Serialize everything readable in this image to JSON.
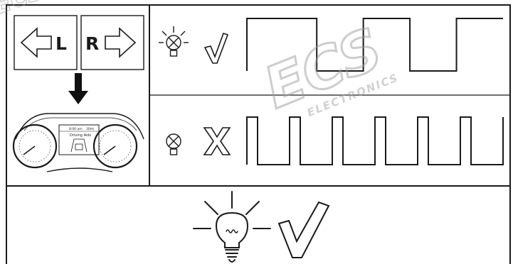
{
  "turn_signal": {
    "left_label": "L",
    "right_label": "R",
    "left_icon": "arrow-left-outline-icon",
    "right_icon": "arrow-right-outline-icon",
    "down_icon": "arrow-down-solid-icon"
  },
  "cluster": {
    "icon": "instrument-cluster-icon",
    "display_time": "8:00 am",
    "display_range": "30mi",
    "display_mode": "Driving Aids"
  },
  "normal_flash": {
    "bulb_icon": "bulb-lit-icon",
    "status_icon": "check-icon",
    "status": "ok",
    "waveform": "slow",
    "levels": [
      1,
      1,
      1,
      0,
      0,
      1,
      1,
      0,
      0,
      1,
      1
    ]
  },
  "fast_flash": {
    "bulb_icon": "bulb-off-icon",
    "status_icon": "cross-icon",
    "status": "fail",
    "waveform": "fast",
    "pulses": 6
  },
  "result": {
    "bulb_icon": "bulb-lit-large-icon",
    "status_icon": "check-large-icon",
    "status": "ok"
  },
  "watermark": {
    "brand": "ECS",
    "subtitle": "ELECTRONICS"
  },
  "colors": {
    "line": "#1a1a1a",
    "watermark": "#c8c8c8",
    "background": "#ffffff"
  }
}
